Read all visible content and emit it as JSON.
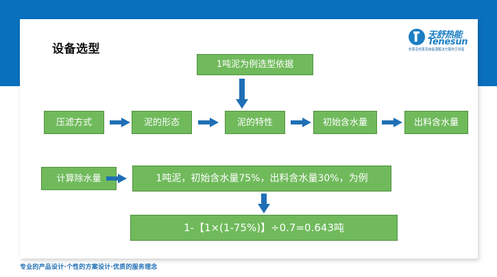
{
  "slide": {
    "title": "设备选型",
    "footer": "专业的产品设计·个性的方案设计·优质的服务理念"
  },
  "logo": {
    "cn_name": "天舒热能",
    "en_name": "Tenesun",
    "tagline": "热泵及热泵系统能源解决方案的引领者"
  },
  "colors": {
    "brand_blue": "#0970bd",
    "arrow_blue": "#1f6fb5",
    "box_green_fill": "#70ba5c",
    "box_green_border": "#4f8f3d",
    "box_text": "#ffffff",
    "card_white": "#ffffff",
    "title_text": "#111111",
    "footer_text": "#1f6fb5"
  },
  "diagram": {
    "top_note": "1吨泥为例选型依据",
    "flow_row": [
      {
        "label": "压滤方式"
      },
      {
        "label": "泥的形态"
      },
      {
        "label": "泥的特性"
      },
      {
        "label": "初始含水量"
      },
      {
        "label": "出料含水量"
      }
    ],
    "second_row": {
      "left": "计算除水量",
      "right": "1吨泥，初始含水量75%，出料含水量30%，为例"
    },
    "result": "1-【1×(1-75%)】÷0.7=0.643吨"
  }
}
